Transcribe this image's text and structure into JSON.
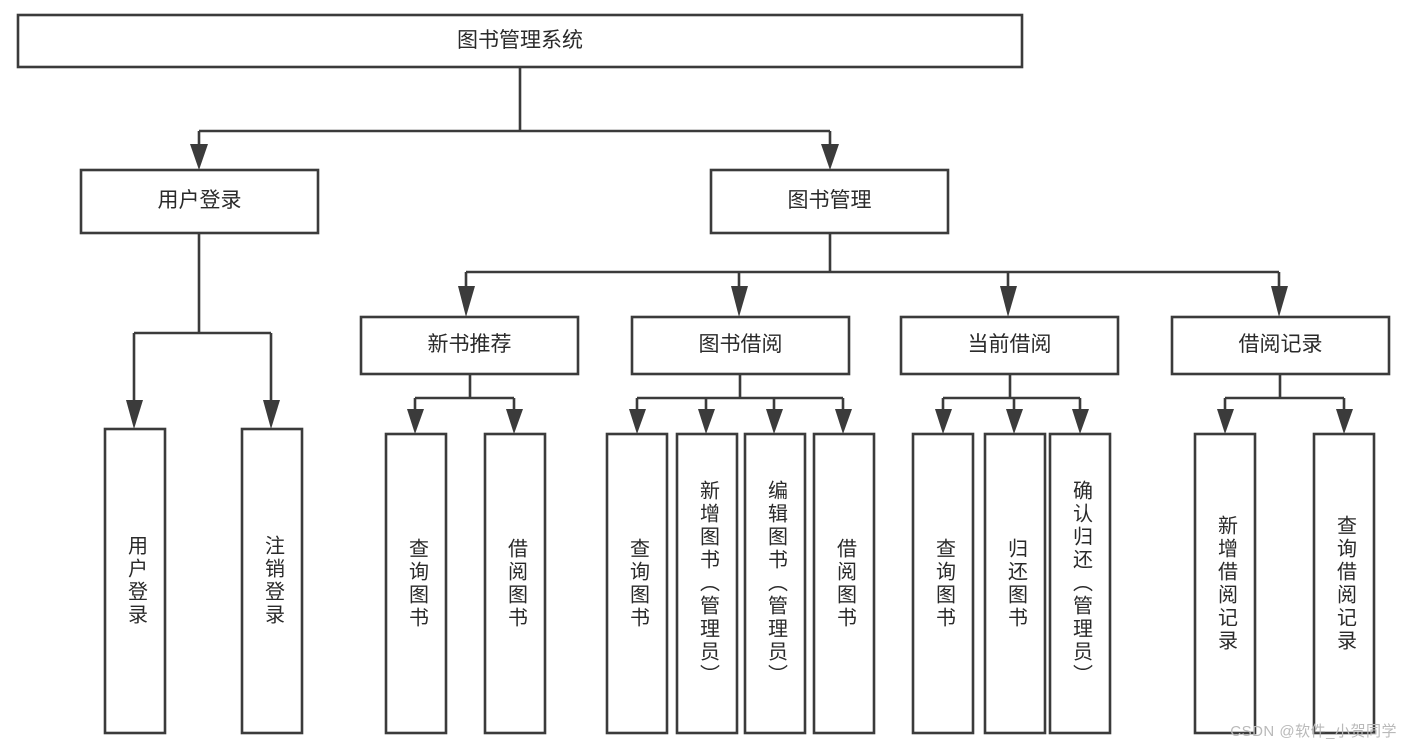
{
  "diagram": {
    "kind": "tree-hierarchy-diagram",
    "title": "图书管理系统",
    "colors": {
      "box_stroke": "#3b3b3b",
      "box_fill": "#ffffff",
      "text": "#2a2a2a",
      "watermark": "#b9b9b9",
      "background": "#ffffff"
    },
    "nodes": {
      "root": {
        "label": "图书管理系统",
        "level": 0,
        "orientation": "horizontal"
      },
      "user_login": {
        "label": "用户登录",
        "level": 1,
        "orientation": "horizontal"
      },
      "book_manage": {
        "label": "图书管理",
        "level": 1,
        "orientation": "horizontal"
      },
      "new_book_rec": {
        "label": "新书推荐",
        "level": 2,
        "orientation": "horizontal"
      },
      "book_borrow": {
        "label": "图书借阅",
        "level": 2,
        "orientation": "horizontal"
      },
      "current_borrow": {
        "label": "当前借阅",
        "level": 2,
        "orientation": "horizontal"
      },
      "borrow_record": {
        "label": "借阅记录",
        "level": 2,
        "orientation": "horizontal"
      },
      "leaf_user_login": {
        "label": "用户登录",
        "level": 3,
        "orientation": "vertical"
      },
      "leaf_logout": {
        "label": "注销登录",
        "level": 3,
        "orientation": "vertical"
      },
      "leaf_query_book_1": {
        "label": "查询图书",
        "level": 3,
        "orientation": "vertical"
      },
      "leaf_borrow_book_1": {
        "label": "借阅图书",
        "level": 3,
        "orientation": "vertical"
      },
      "leaf_query_book_2": {
        "label": "查询图书",
        "level": 3,
        "orientation": "vertical"
      },
      "leaf_add_book": {
        "label": "新增图书（管理员）",
        "level": 3,
        "orientation": "vertical"
      },
      "leaf_edit_book": {
        "label": "编辑图书（管理员）",
        "level": 3,
        "orientation": "vertical"
      },
      "leaf_borrow_book_2": {
        "label": "借阅图书",
        "level": 3,
        "orientation": "vertical"
      },
      "leaf_query_book_3": {
        "label": "查询图书",
        "level": 3,
        "orientation": "vertical"
      },
      "leaf_return_book": {
        "label": "归还图书",
        "level": 3,
        "orientation": "vertical"
      },
      "leaf_confirm_return": {
        "label": "确认归还（管理员）",
        "level": 3,
        "orientation": "vertical"
      },
      "leaf_add_record": {
        "label": "新增借阅记录",
        "level": 3,
        "orientation": "vertical"
      },
      "leaf_query_record": {
        "label": "查询借阅记录",
        "level": 3,
        "orientation": "vertical"
      }
    },
    "edges": [
      {
        "from": "root",
        "to": "user_login"
      },
      {
        "from": "root",
        "to": "book_manage"
      },
      {
        "from": "user_login",
        "to": "leaf_user_login"
      },
      {
        "from": "user_login",
        "to": "leaf_logout"
      },
      {
        "from": "book_manage",
        "to": "new_book_rec"
      },
      {
        "from": "book_manage",
        "to": "book_borrow"
      },
      {
        "from": "book_manage",
        "to": "current_borrow"
      },
      {
        "from": "book_manage",
        "to": "borrow_record"
      },
      {
        "from": "new_book_rec",
        "to": "leaf_query_book_1"
      },
      {
        "from": "new_book_rec",
        "to": "leaf_borrow_book_1"
      },
      {
        "from": "book_borrow",
        "to": "leaf_query_book_2"
      },
      {
        "from": "book_borrow",
        "to": "leaf_add_book"
      },
      {
        "from": "book_borrow",
        "to": "leaf_edit_book"
      },
      {
        "from": "book_borrow",
        "to": "leaf_borrow_book_2"
      },
      {
        "from": "current_borrow",
        "to": "leaf_query_book_3"
      },
      {
        "from": "current_borrow",
        "to": "leaf_return_book"
      },
      {
        "from": "current_borrow",
        "to": "leaf_confirm_return"
      },
      {
        "from": "borrow_record",
        "to": "leaf_add_record"
      },
      {
        "from": "borrow_record",
        "to": "leaf_query_record"
      }
    ],
    "watermark": "CSDN @软件_小贺同学"
  }
}
